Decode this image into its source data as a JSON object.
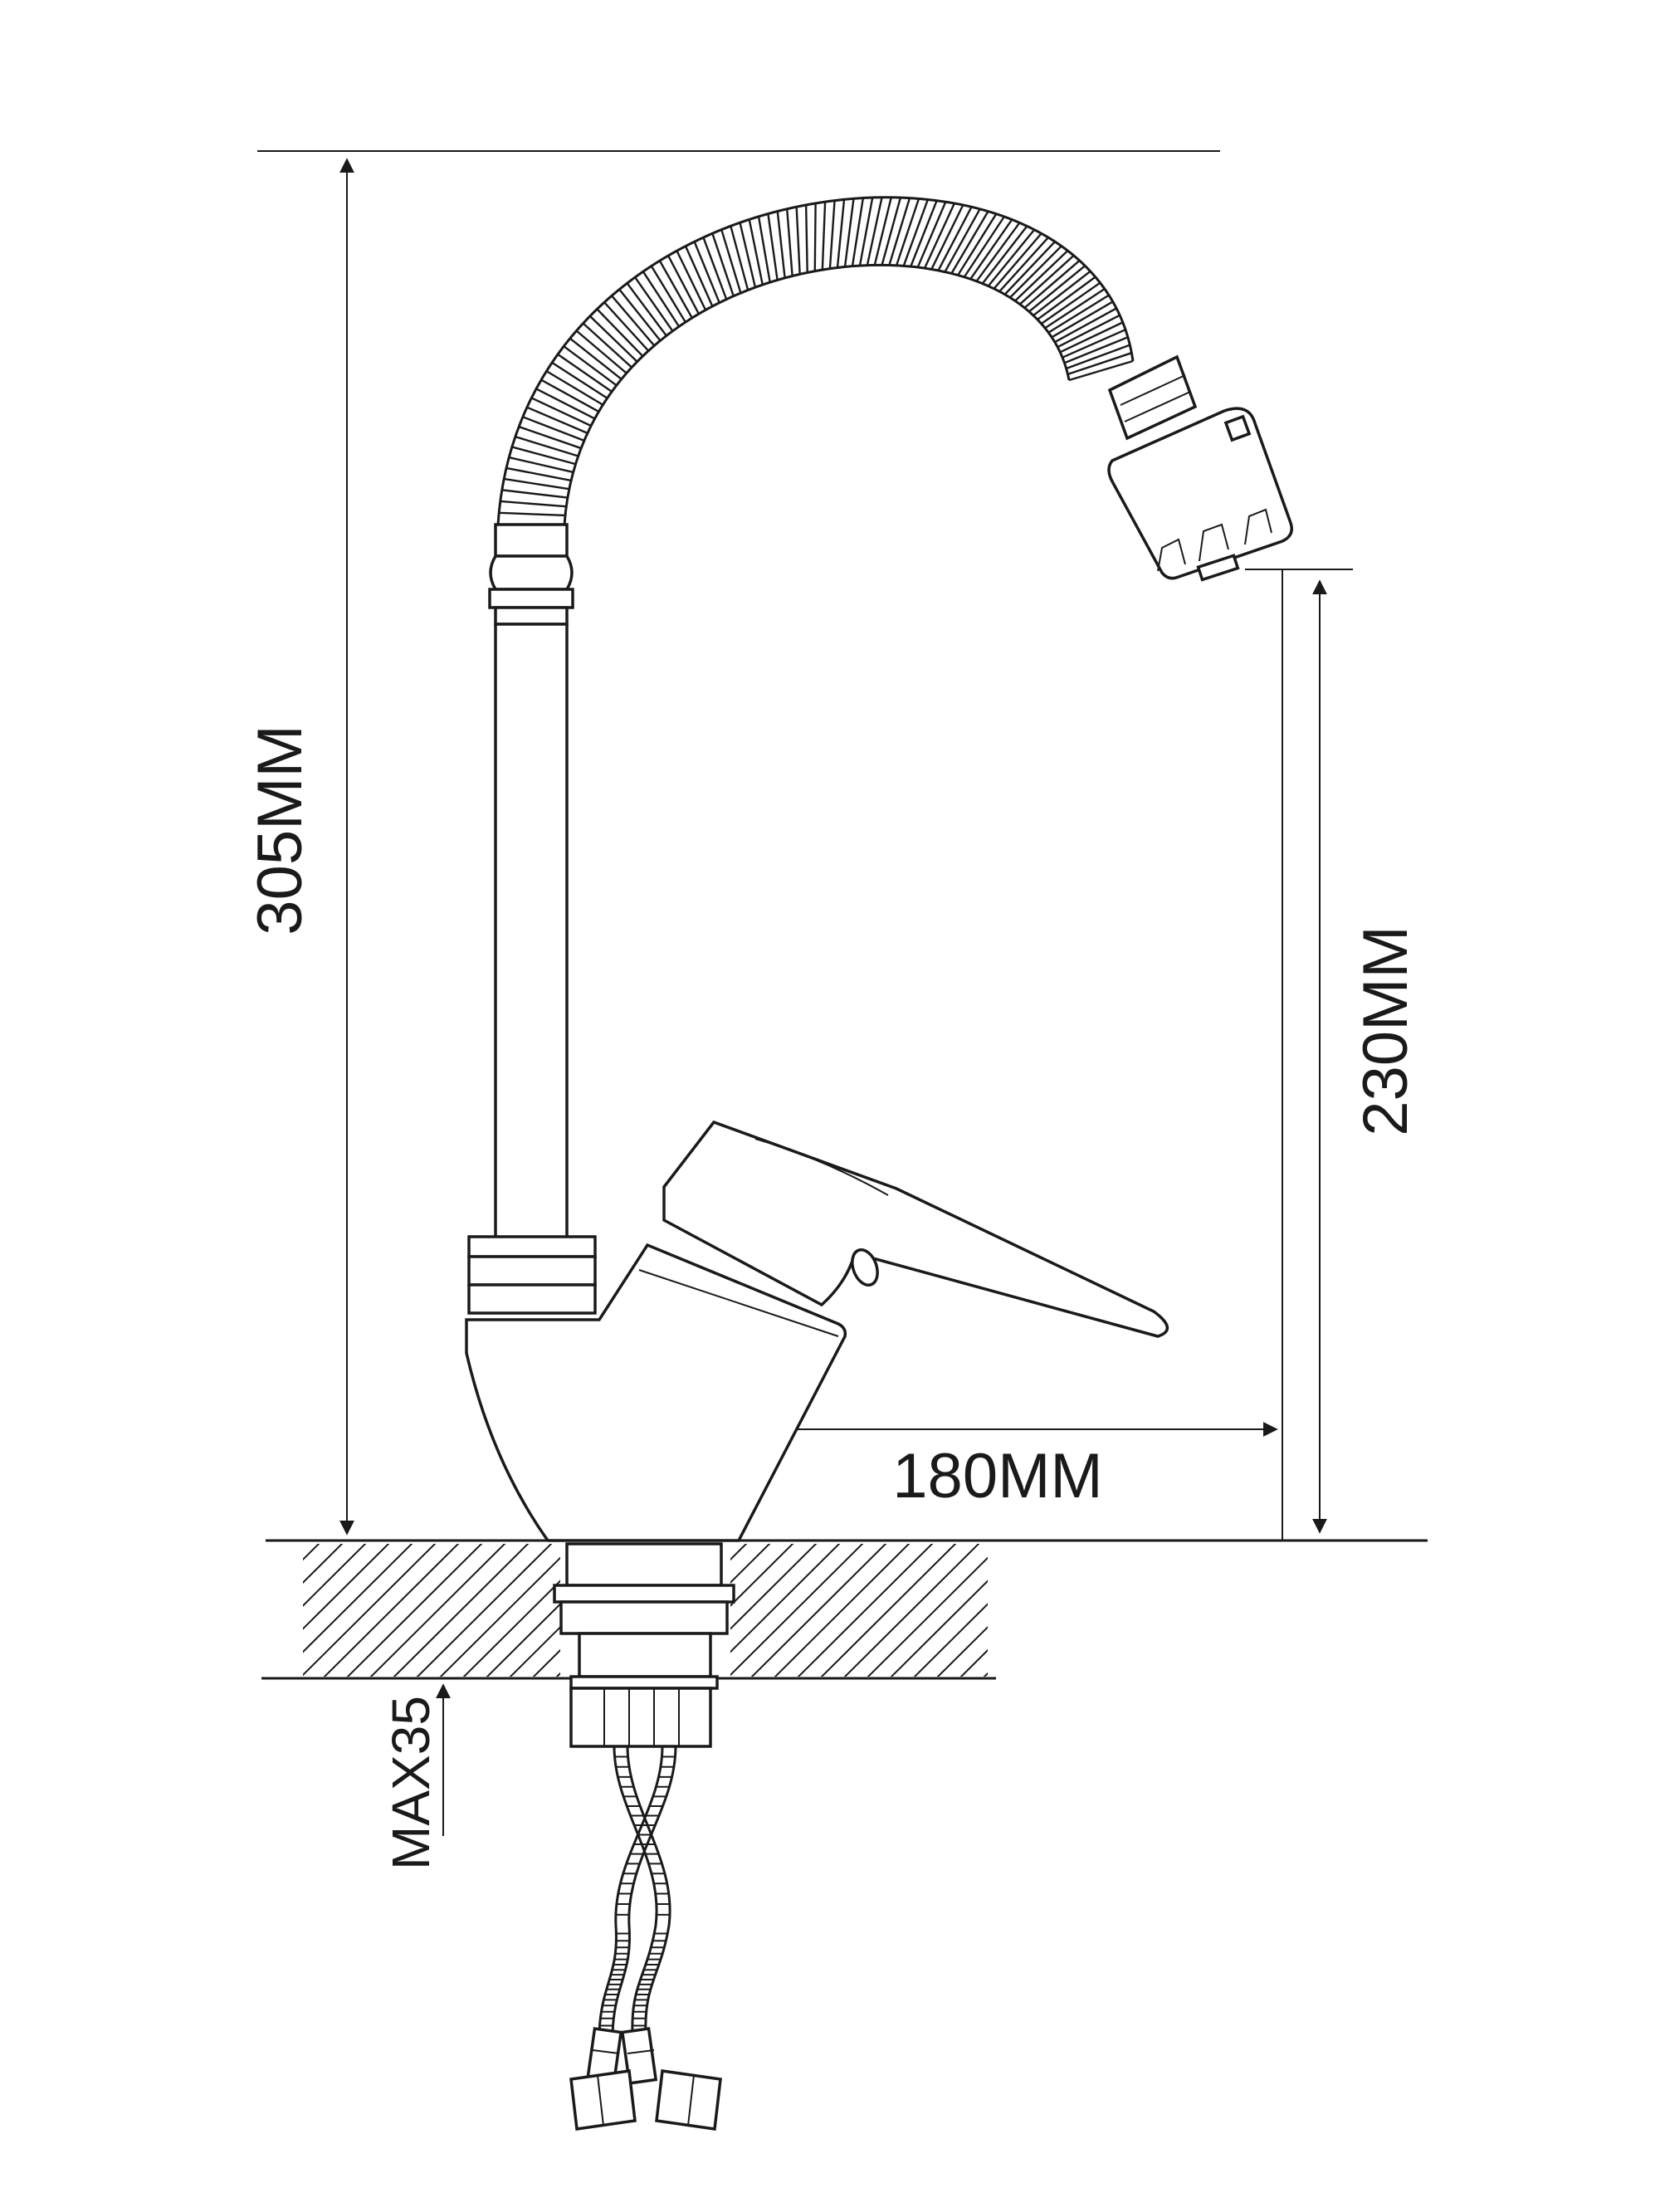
{
  "dimensions": {
    "overall_height": "305MM",
    "spout_height": "230MM",
    "spout_reach": "180MM",
    "max_counter_thickness": "MAX35"
  },
  "colors": {
    "line": "#1a1a1a",
    "background": "#ffffff"
  }
}
